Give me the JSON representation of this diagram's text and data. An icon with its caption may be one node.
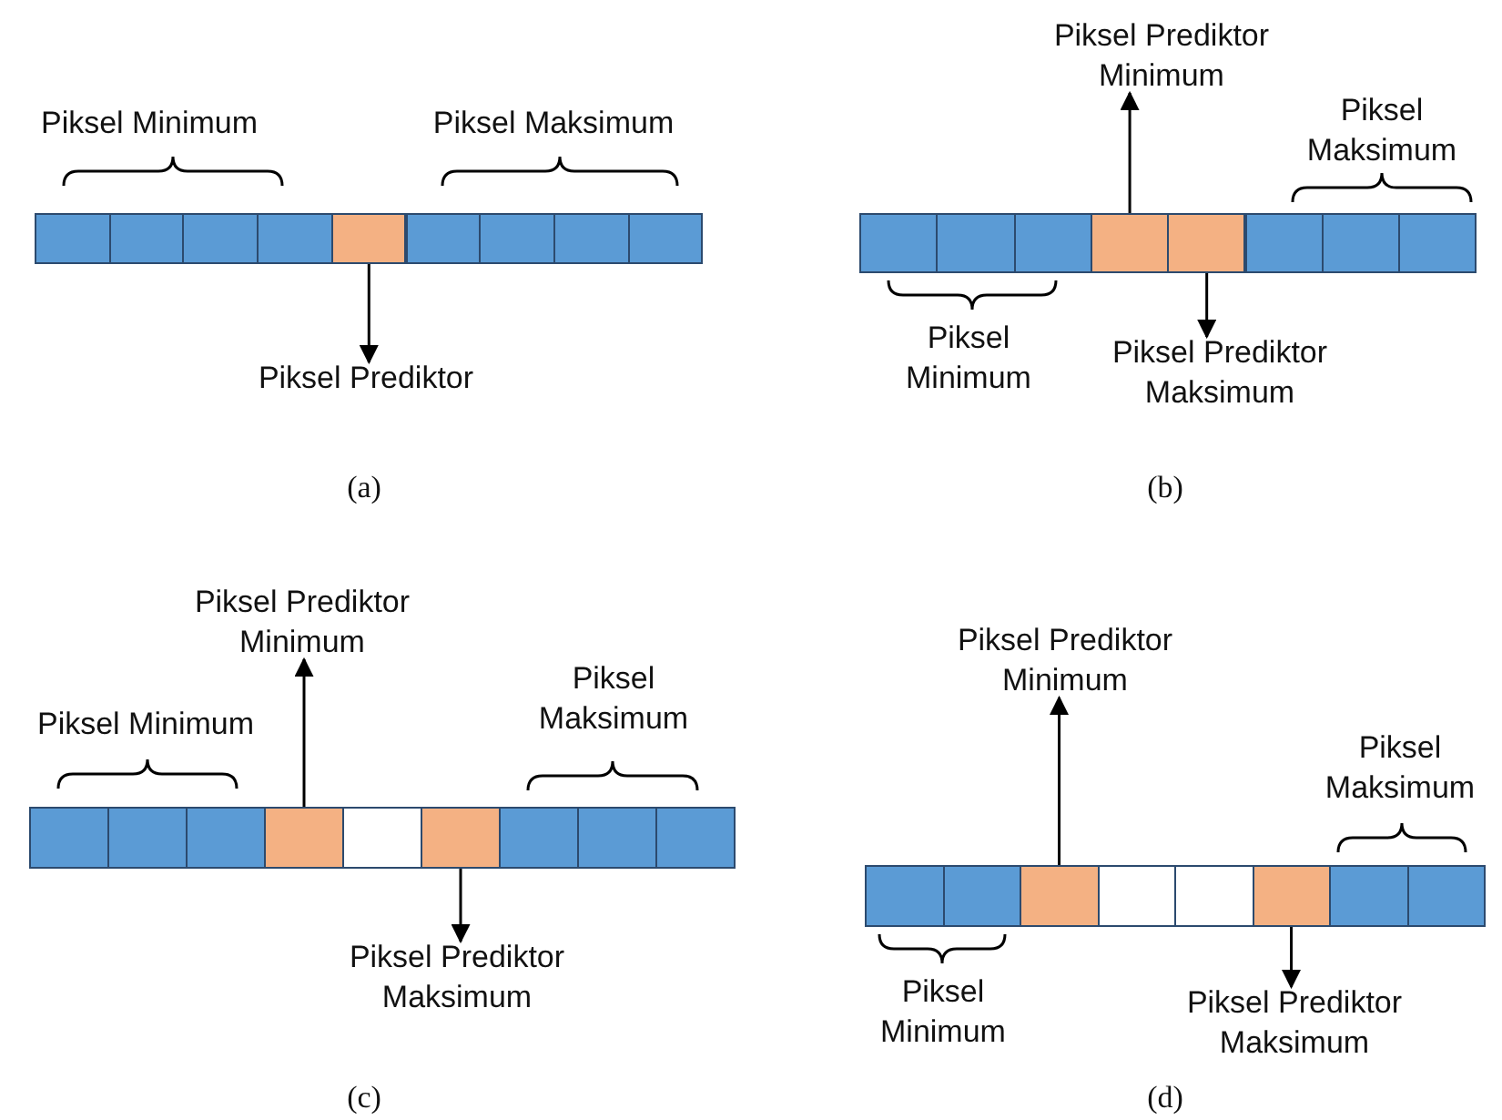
{
  "diagram": {
    "nodes": [
      {
        "text": [],
        "shape": "box"
      },
      {
        "text": [
          "Piksel Prediktor"
        ]
      },
      {
        "text": [
          "Piksel Prediktor Minimum"
        ]
      },
      {
        "text": [],
        "shape": "box"
      },
      {
        "text": [],
        "shape": "box"
      },
      {
        "text": [
          "Piksel Prediktor Maksimum"
        ]
      },
      {
        "text": [
          "Piksel Prediktor Minimum"
        ]
      },
      {
        "text": [],
        "shape": "box"
      },
      {
        "text": [],
        "shape": "box"
      },
      {
        "text": [
          "Piksel Prediktor Maksimum"
        ]
      },
      {
        "text": [
          "Piksel Prediktor Minimum"
        ]
      },
      {
        "text": [],
        "shape": "box"
      },
      {
        "text": [],
        "shape": "box"
      },
      {
        "text": [
          "Piksel Prediktor Maksimum"
        ]
      }
    ],
    "edges": [
      {
        "from": 0,
        "to": 1,
        "arrow": "to"
      },
      {
        "from": 3,
        "to": 2,
        "arrow": "to"
      },
      {
        "from": 4,
        "to": 5,
        "arrow": "to"
      },
      {
        "from": 7,
        "to": 6,
        "arrow": "to"
      },
      {
        "from": 8,
        "to": 9,
        "arrow": "to"
      },
      {
        "from": 11,
        "to": 10,
        "arrow": "to"
      },
      {
        "from": 12,
        "to": 13,
        "arrow": "to"
      }
    ],
    "labels": [
      "Piksel Minimum",
      "Piksel Maksimum",
      "(a)",
      "Piksel Maksimum",
      "Piksel Minimum",
      "(b)",
      "Piksel Minimum",
      "Piksel Maksimum",
      "(c)",
      "Piksel Maksimum",
      "Piksel Minimum",
      "(d)"
    ]
  }
}
